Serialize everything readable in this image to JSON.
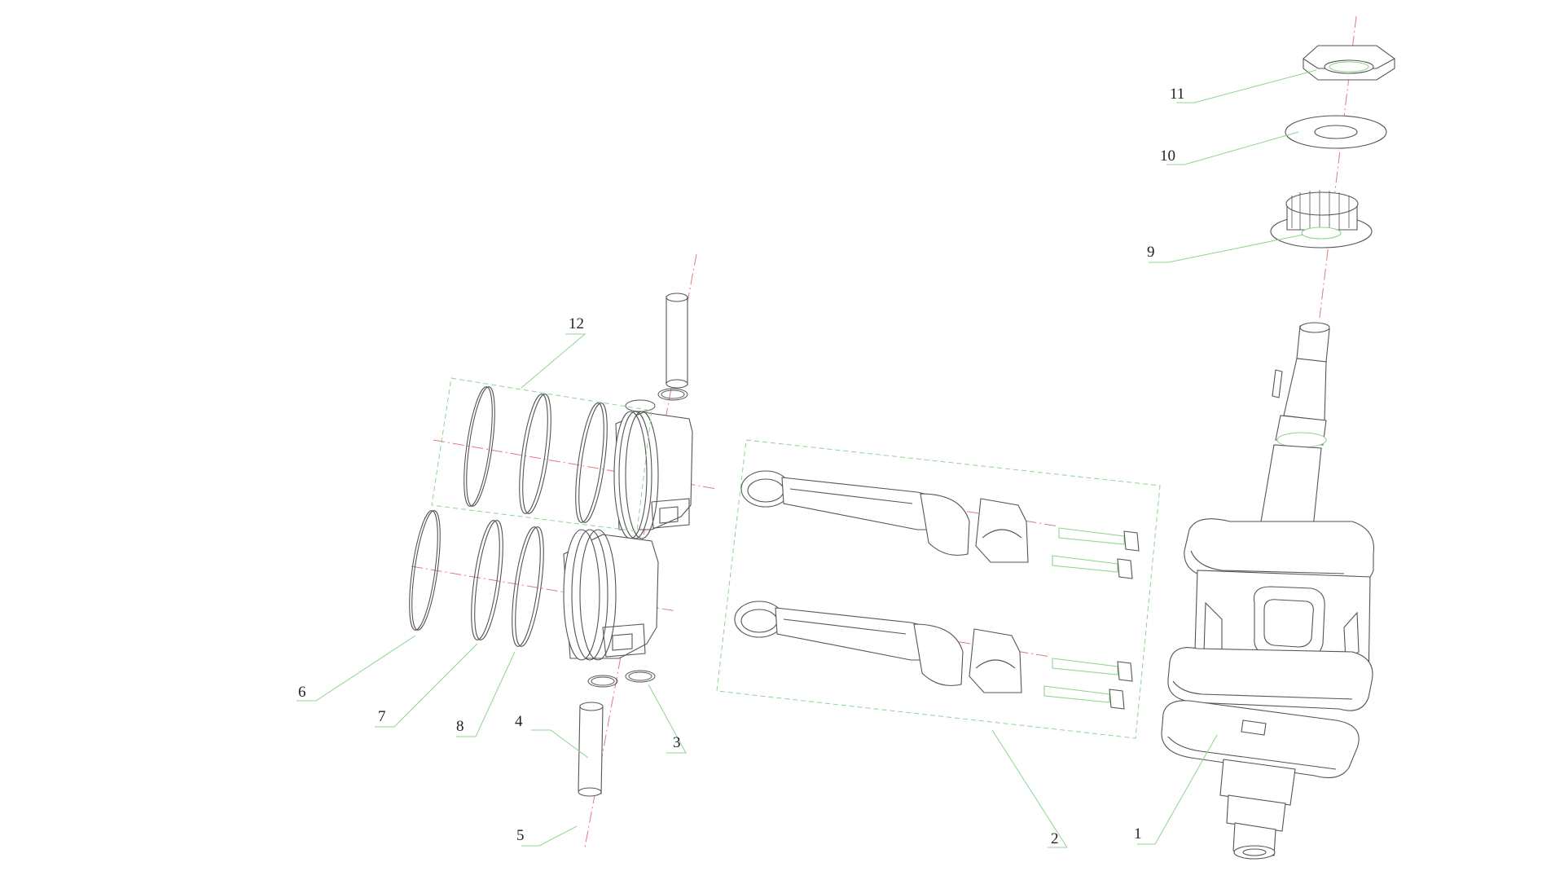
{
  "colors": {
    "line": "#555555",
    "leader": "#8fd48f",
    "axis": "#e07a7a",
    "label": "#222222",
    "background": "#ffffff"
  },
  "labels": {
    "l1": "1",
    "l2": "2",
    "l3": "3",
    "l4": "4",
    "l5": "5",
    "l6": "6",
    "l7": "7",
    "l8": "8",
    "l9": "9",
    "l10": "10",
    "l11": "11",
    "l12": "12"
  }
}
